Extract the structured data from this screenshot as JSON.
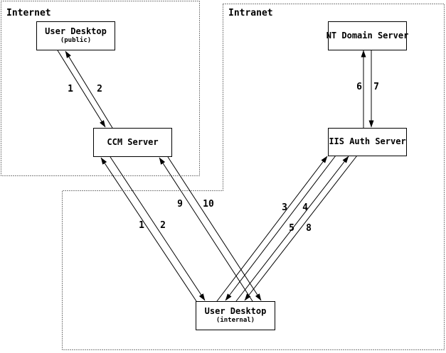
{
  "colors": {
    "background": "#ffffff",
    "line": "#000000",
    "text": "#000000"
  },
  "zones": {
    "internet": {
      "label": "Internet"
    },
    "intranet": {
      "label": "Intranet"
    }
  },
  "nodes": {
    "user_desktop_public": {
      "label": "User Desktop",
      "sublabel": "(public)"
    },
    "ccm_server": {
      "label": "CCM Server"
    },
    "nt_domain_server": {
      "label": "NT Domain Server"
    },
    "iis_auth_server": {
      "label": "IIS Auth Server"
    },
    "user_desktop_internal": {
      "label": "User Desktop",
      "sublabel": "(internal)"
    }
  },
  "flows": {
    "pub_1": {
      "label": "1",
      "from": "user_desktop_public",
      "to": "ccm_server"
    },
    "pub_2": {
      "label": "2",
      "from": "ccm_server",
      "to": "user_desktop_public"
    },
    "int_1": {
      "label": "1",
      "from": "user_desktop_internal",
      "to": "ccm_server"
    },
    "int_2": {
      "label": "2",
      "from": "ccm_server",
      "to": "user_desktop_internal"
    },
    "iis_3": {
      "label": "3",
      "from": "user_desktop_internal",
      "to": "iis_auth_server"
    },
    "iis_4": {
      "label": "4",
      "from": "iis_auth_server",
      "to": "user_desktop_internal"
    },
    "iis_5": {
      "label": "5",
      "from": "user_desktop_internal",
      "to": "iis_auth_server"
    },
    "nt_6": {
      "label": "6",
      "from": "iis_auth_server",
      "to": "nt_domain_server"
    },
    "nt_7": {
      "label": "7",
      "from": "nt_domain_server",
      "to": "iis_auth_server"
    },
    "iis_8": {
      "label": "8",
      "from": "iis_auth_server",
      "to": "user_desktop_internal"
    },
    "ccm_9": {
      "label": "9",
      "from": "user_desktop_internal",
      "to": "ccm_server"
    },
    "ccm_10": {
      "label": "10",
      "from": "ccm_server",
      "to": "user_desktop_internal"
    }
  }
}
